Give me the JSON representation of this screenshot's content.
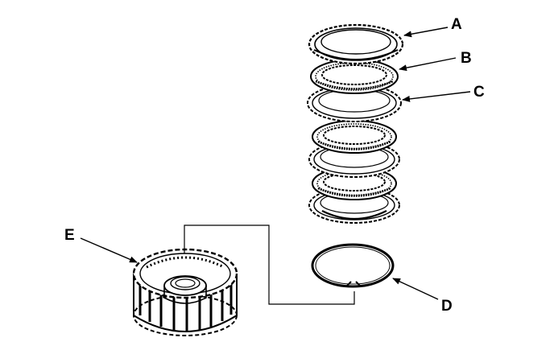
{
  "diagram": {
    "callouts": [
      {
        "id": "A",
        "label": "A"
      },
      {
        "id": "B",
        "label": "B"
      },
      {
        "id": "C",
        "label": "C"
      },
      {
        "id": "D",
        "label": "D"
      },
      {
        "id": "E",
        "label": "E"
      }
    ],
    "ink_color": "#000000",
    "background_color": "#ffffff"
  }
}
